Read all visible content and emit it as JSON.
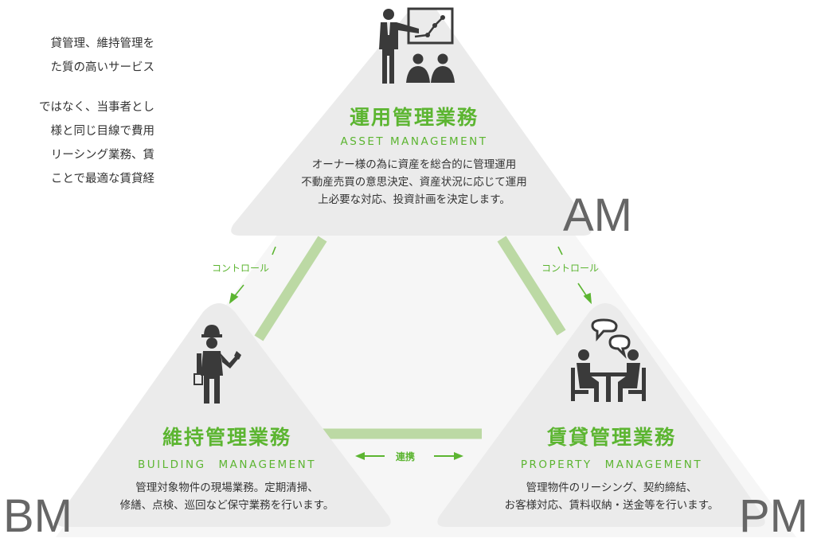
{
  "intro": {
    "lines": [
      "貸管理、維持管理を",
      "た質の高いサービス",
      "ではなく、当事者とし",
      "様と同じ目線で費用",
      "リーシング業務、賃",
      "ことで最適な賃貸経"
    ]
  },
  "am": {
    "title": "運用管理業務",
    "en": "ASSET MANAGEMENT",
    "desc": [
      "オーナー様の為に資産を総合的に管理運用",
      "不動産売買の意思決定、資産状況に応じて運用",
      "上必要な対応、投資計画を決定します。"
    ],
    "abbr": "AM",
    "icon": "presenter-icon"
  },
  "bm": {
    "title": "維持管理業務",
    "en": "BUILDING　MANAGEMENT",
    "desc": [
      "管理対象物件の現場業務。定期清掃、",
      "修繕、点検、巡回など保守業務を行います。"
    ],
    "abbr": "BM",
    "icon": "worker-icon"
  },
  "pm": {
    "title": "賃貸管理業務",
    "en": "PROPERTY　MANAGEMENT",
    "desc": [
      "管理物件のリーシング、契約締結、",
      "お客様対応、賃料収納・送金等を行います。"
    ],
    "abbr": "PM",
    "icon": "meeting-icon"
  },
  "links": {
    "control_left": "コントロール",
    "control_right": "コントロール",
    "cooperation": "連携"
  },
  "colors": {
    "accent": "#5cb531",
    "panel": "#ebebeb",
    "connector": "#bcd9a4",
    "icon": "#3a3a3a"
  }
}
